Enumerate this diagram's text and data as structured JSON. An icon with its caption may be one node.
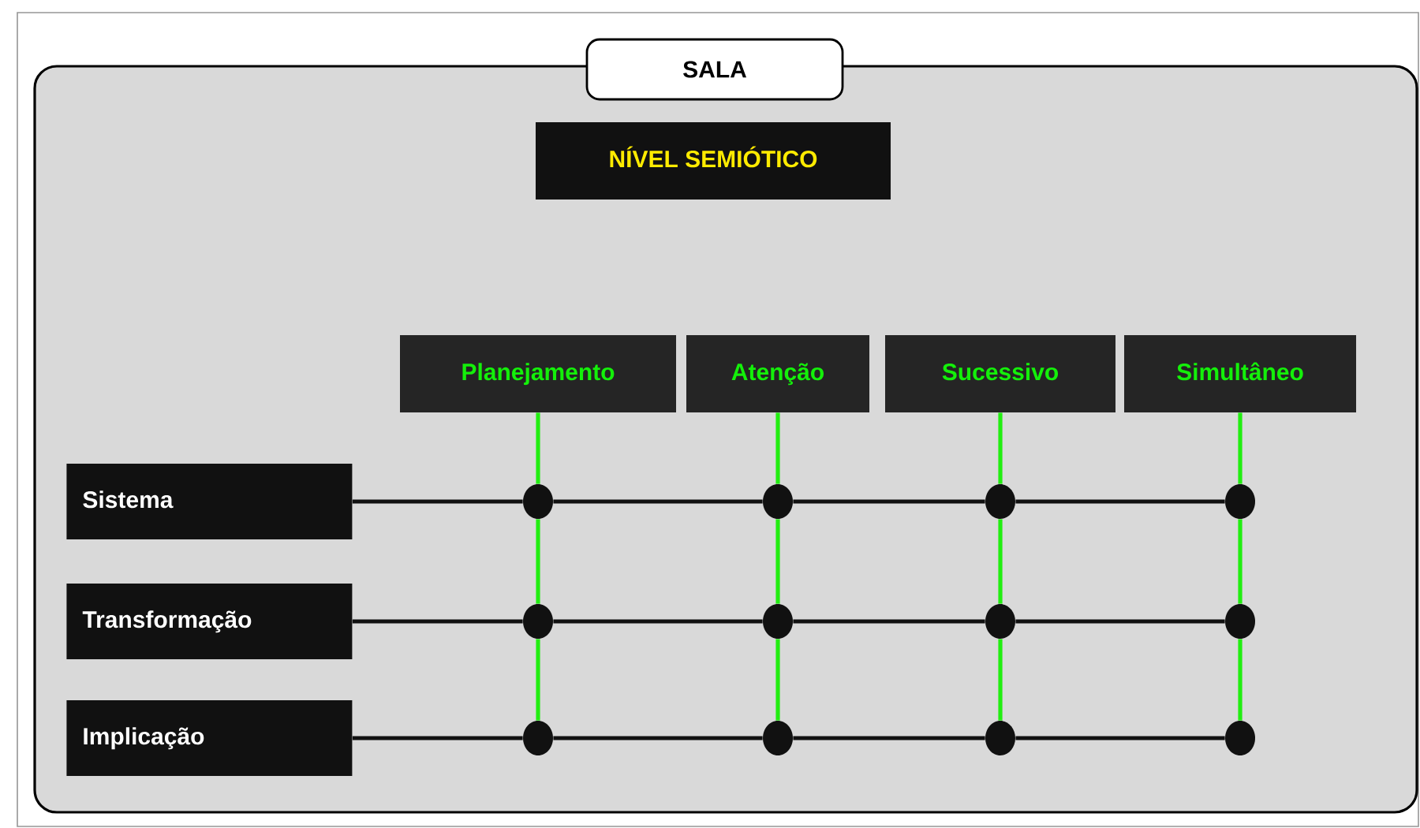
{
  "diagram": {
    "nodes": [
      {
        "text": [
          "SALA"
        ]
      },
      {
        "text": [
          "NÍVEL SEMIÓTICO"
        ],
        "in": 0
      },
      {
        "text": [
          "Planejamento"
        ],
        "in": 0
      },
      {
        "text": [
          "Atenção"
        ],
        "in": 0
      },
      {
        "text": [
          "Sucessivo"
        ],
        "in": 0
      },
      {
        "text": [
          "Simultâneo"
        ],
        "in": 0
      },
      {
        "text": [
          "Sistema"
        ],
        "in": 0
      },
      {
        "text": [
          "Transformação"
        ],
        "in": 0
      },
      {
        "text": [
          "Implicação"
        ],
        "in": 0
      },
      {
        "text": [],
        "shape": "circle",
        "in": 0
      },
      {
        "text": [],
        "shape": "circle",
        "in": 0
      },
      {
        "text": [],
        "shape": "circle",
        "in": 0
      },
      {
        "text": [],
        "shape": "circle",
        "in": 0
      },
      {
        "text": [],
        "shape": "circle",
        "in": 0
      },
      {
        "text": [],
        "shape": "circle",
        "in": 0
      },
      {
        "text": [],
        "shape": "circle",
        "in": 0
      },
      {
        "text": [],
        "shape": "circle",
        "in": 0
      },
      {
        "text": [],
        "shape": "circle",
        "in": 0
      },
      {
        "text": [],
        "shape": "circle",
        "in": 0
      },
      {
        "text": [],
        "shape": "circle",
        "in": 0
      },
      {
        "text": [],
        "shape": "circle",
        "in": 0
      }
    ],
    "edges": [
      {
        "from": 6,
        "to": 9,
        "arrow": "none"
      },
      {
        "from": 9,
        "to": 10,
        "arrow": "none"
      },
      {
        "from": 10,
        "to": 11,
        "arrow": "none"
      },
      {
        "from": 11,
        "to": 12,
        "arrow": "none"
      },
      {
        "from": 7,
        "to": 13,
        "arrow": "none"
      },
      {
        "from": 13,
        "to": 14,
        "arrow": "none"
      },
      {
        "from": 14,
        "to": 15,
        "arrow": "none"
      },
      {
        "from": 15,
        "to": 16,
        "arrow": "none"
      },
      {
        "from": 8,
        "to": 17,
        "arrow": "none"
      },
      {
        "from": 17,
        "to": 18,
        "arrow": "none"
      },
      {
        "from": 18,
        "to": 19,
        "arrow": "none"
      },
      {
        "from": 19,
        "to": 20,
        "arrow": "none"
      },
      {
        "from": 2,
        "to": 9,
        "arrow": "none",
        "color": "#22ee11"
      },
      {
        "from": 9,
        "to": 13,
        "arrow": "none",
        "color": "#22ee11"
      },
      {
        "from": 13,
        "to": 17,
        "arrow": "none",
        "color": "#22ee11"
      },
      {
        "from": 3,
        "to": 10,
        "arrow": "none",
        "color": "#22ee11"
      },
      {
        "from": 10,
        "to": 14,
        "arrow": "none",
        "color": "#22ee11"
      },
      {
        "from": 14,
        "to": 18,
        "arrow": "none",
        "color": "#22ee11"
      },
      {
        "from": 4,
        "to": 11,
        "arrow": "none",
        "color": "#22ee11"
      },
      {
        "from": 11,
        "to": 15,
        "arrow": "none",
        "color": "#22ee11"
      },
      {
        "from": 15,
        "to": 19,
        "arrow": "none",
        "color": "#22ee11"
      },
      {
        "from": 5,
        "to": 12,
        "arrow": "none",
        "color": "#22ee11"
      },
      {
        "from": 12,
        "to": 16,
        "arrow": "none",
        "color": "#22ee11"
      },
      {
        "from": 16,
        "to": 20,
        "arrow": "none",
        "color": "#22ee11"
      }
    ]
  }
}
